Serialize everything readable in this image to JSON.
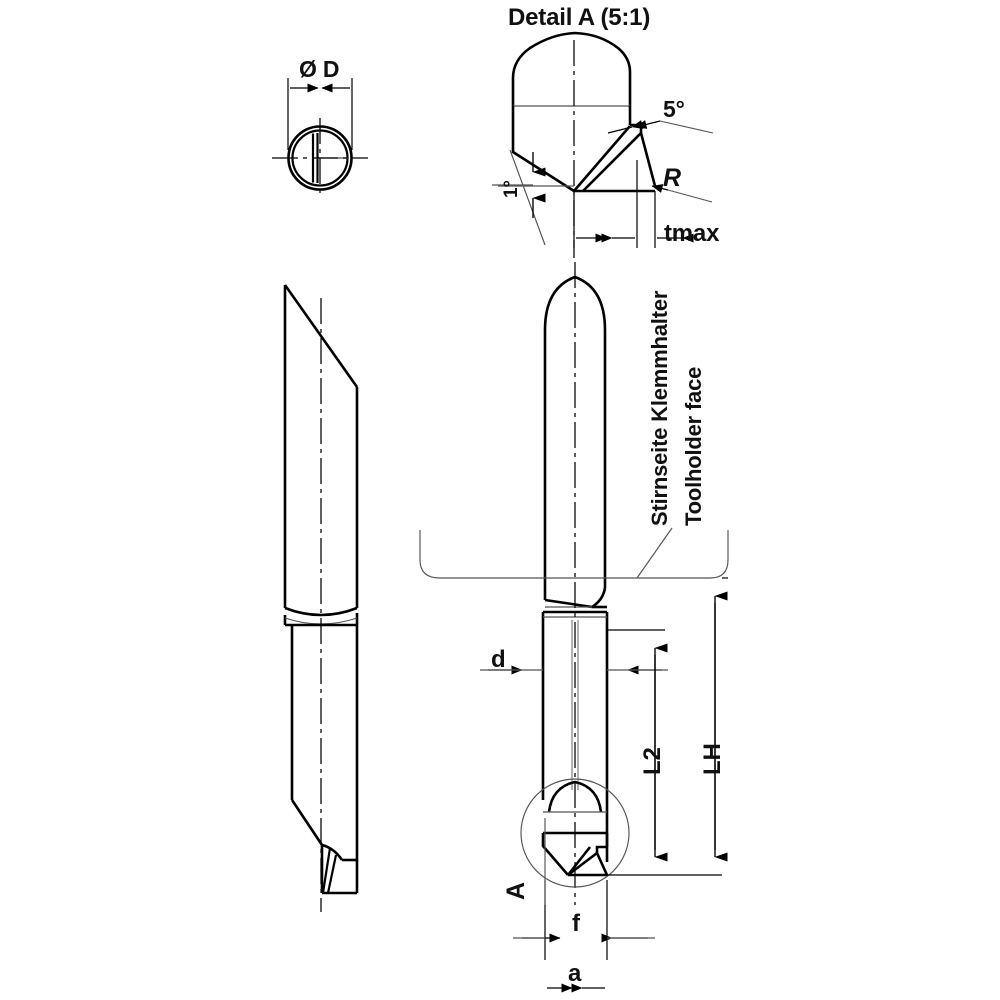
{
  "drawing": {
    "type": "technical-engineering-drawing",
    "subject": "boring-bar-cutting-tool",
    "background_color": "#ffffff",
    "line_color": "#000000",
    "thin_line_color": "#4a4a4a",
    "centerline_color": "#000000"
  },
  "detail_view": {
    "title": "Detail A (5:1)",
    "scale": "5:1",
    "annotations": {
      "clearance_angle": "1°",
      "rake_angle": "5°",
      "corner_radius": "R",
      "max_depth": "tmax"
    }
  },
  "top_view": {
    "diameter_label": "Ø D"
  },
  "main_view": {
    "toolholder_face_de": "Stirnseite Klemmhalter",
    "toolholder_face_en": "Toolholder face",
    "detail_marker": "A",
    "dimensions": {
      "shank_diameter": "d",
      "projection_length": "L2",
      "holder_length": "LH",
      "tip_offset": "f",
      "tip_width": "a"
    }
  },
  "labels_index": [
    "Detail A (5:1)",
    "Ø D",
    "5°",
    "1°",
    "R",
    "tmax",
    "Stirnseite Klemmhalter",
    "Toolholder face",
    "d",
    "L2",
    "LH",
    "A",
    "f",
    "a"
  ]
}
